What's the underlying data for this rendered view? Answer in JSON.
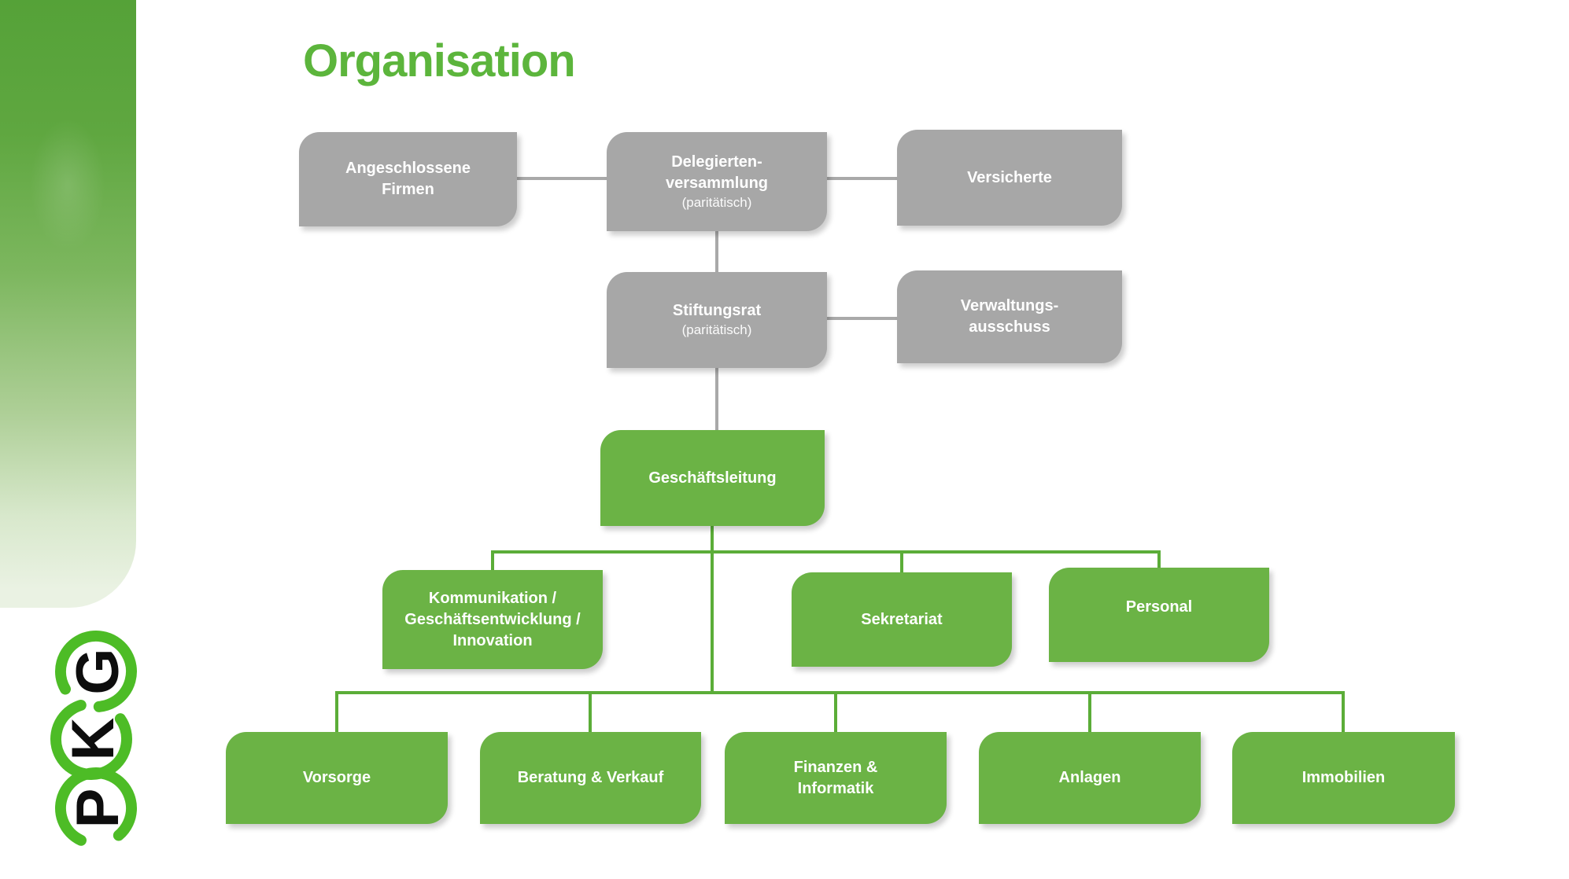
{
  "slide": {
    "title": "Organisation"
  },
  "logo": {
    "letters": {
      "top": "G",
      "middle": "K",
      "bottom": "P"
    },
    "green": "#4DBC26"
  },
  "colors": {
    "title_green": "#5CB53C",
    "box_gray": "#A7A7A7",
    "box_green": "#6BB345",
    "connector_gray": "#A9A9A9",
    "connector_green": "#5BAD38",
    "sidebar_green_top": "#55A238"
  },
  "orgchart": {
    "nodes": {
      "angeschlossene": {
        "label": "Angeschlossene\nFirmen"
      },
      "delegierten": {
        "label": "Delegierten-\nversammlung",
        "subtitle": "(paritätisch)"
      },
      "versicherte": {
        "label": "Versicherte"
      },
      "stiftungsrat": {
        "label": "Stiftungsrat",
        "subtitle": "(paritätisch)"
      },
      "verwaltungsausschuss": {
        "label": "Verwaltungs-\nausschuss"
      },
      "geschaeftsleitung": {
        "label": "Geschäftsleitung"
      },
      "kommunikation": {
        "label": "Kommunikation /\nGeschäftsentwicklung /\nInnovation"
      },
      "sekretariat": {
        "label": "Sekretariat"
      },
      "personal": {
        "label": "Personal"
      },
      "vorsorge": {
        "label": "Vorsorge"
      },
      "beratung": {
        "label": "Beratung & Verkauf"
      },
      "finanzen": {
        "label": "Finanzen &\nInformatik"
      },
      "anlagen": {
        "label": "Anlagen"
      },
      "immobilien": {
        "label": "Immobilien"
      }
    }
  }
}
